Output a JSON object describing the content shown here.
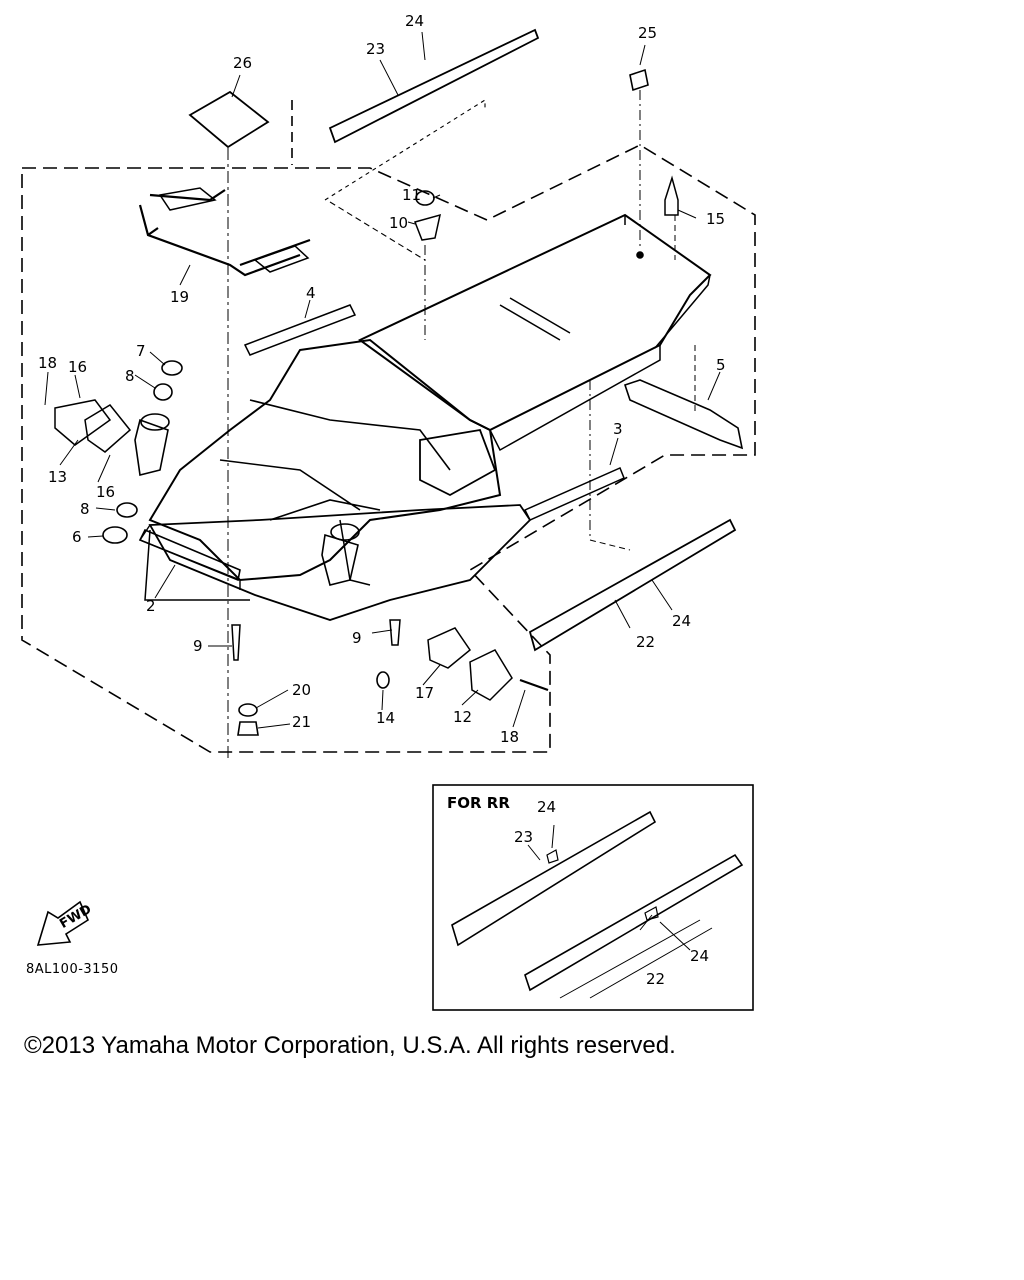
{
  "diagram": {
    "callouts": [
      "24",
      "23",
      "26",
      "25",
      "11",
      "10",
      "15",
      "19",
      "4",
      "5",
      "7",
      "8",
      "18",
      "16",
      "13",
      "16",
      "3",
      "8",
      "6",
      "2",
      "24",
      "22",
      "9",
      "9",
      "20",
      "17",
      "12",
      "18",
      "21",
      "14"
    ],
    "inset_label": "FOR RR",
    "inset_callouts": [
      "24",
      "23",
      "24",
      "22"
    ],
    "fwd_label": "FWD",
    "part_number": "8AL100-3150"
  },
  "footer": {
    "copyright": "©2013 Yamaha Motor Corporation, U.S.A. All rights reserved."
  }
}
